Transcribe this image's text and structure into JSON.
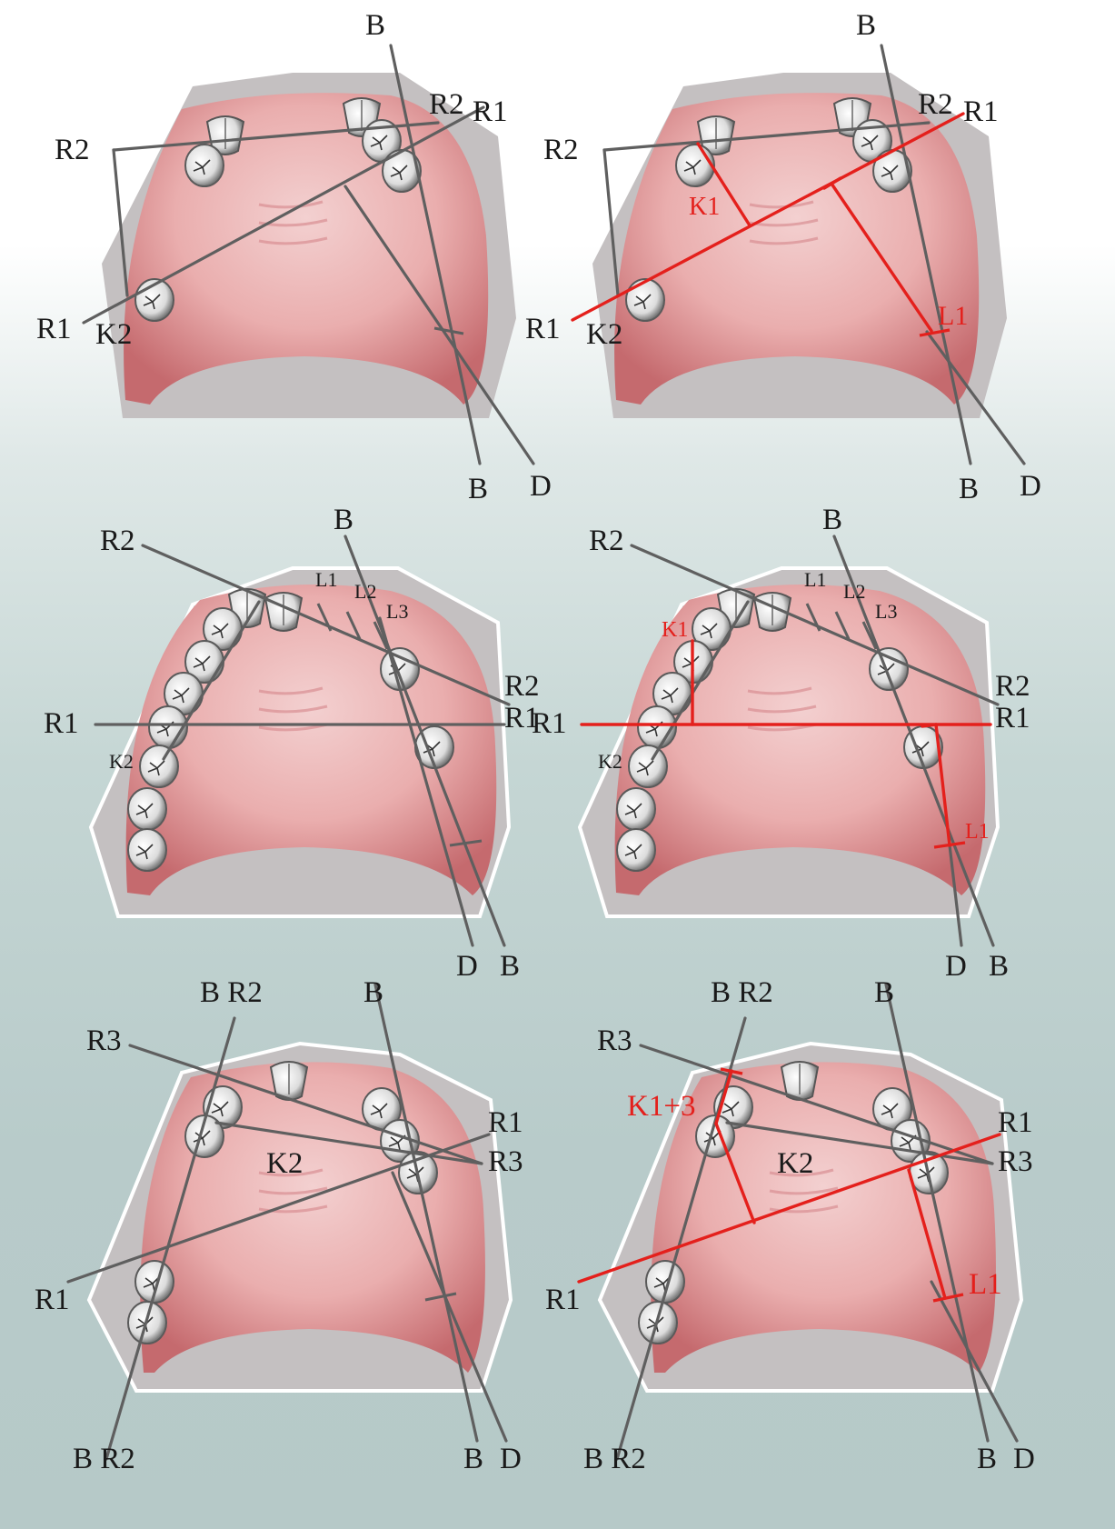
{
  "colors": {
    "line": "#5f5f5f",
    "red": "#e4201c",
    "cast": "#c4c0c1",
    "palate": "#eba7a7",
    "label": "#1a1a1a"
  },
  "panels": [
    {
      "id": "p1",
      "cast": "small",
      "labels": [
        "B",
        "R2",
        "R1",
        "R2",
        "R1",
        "K2",
        "B",
        "D"
      ],
      "red_labels": []
    },
    {
      "id": "p2",
      "cast": "small",
      "labels": [
        "B",
        "R2",
        "R1",
        "R2",
        "R1",
        "K2",
        "B",
        "D"
      ],
      "red_labels": [
        "K1",
        "L1"
      ]
    },
    {
      "id": "p3",
      "cast": "large",
      "labels": [
        "B",
        "R2",
        "L1",
        "L2",
        "L3",
        "R2",
        "R1",
        "R1",
        "K2",
        "D",
        "B"
      ],
      "red_labels": []
    },
    {
      "id": "p4",
      "cast": "large",
      "labels": [
        "B",
        "R2",
        "L1",
        "L2",
        "L3",
        "R2",
        "R1",
        "R1",
        "K2",
        "D",
        "B"
      ],
      "red_labels": [
        "K1",
        "L1"
      ]
    },
    {
      "id": "p5",
      "cast": "large",
      "labels": [
        "B R2",
        "B",
        "R3",
        "R1",
        "R3",
        "K2",
        "R1",
        "B R2",
        "B",
        "D"
      ],
      "red_labels": []
    },
    {
      "id": "p6",
      "cast": "large",
      "labels": [
        "B R2",
        "B",
        "R3",
        "R1",
        "R3",
        "K2",
        "R1",
        "B R2",
        "B",
        "D"
      ],
      "red_labels": [
        "K1+3",
        "L1"
      ]
    }
  ]
}
